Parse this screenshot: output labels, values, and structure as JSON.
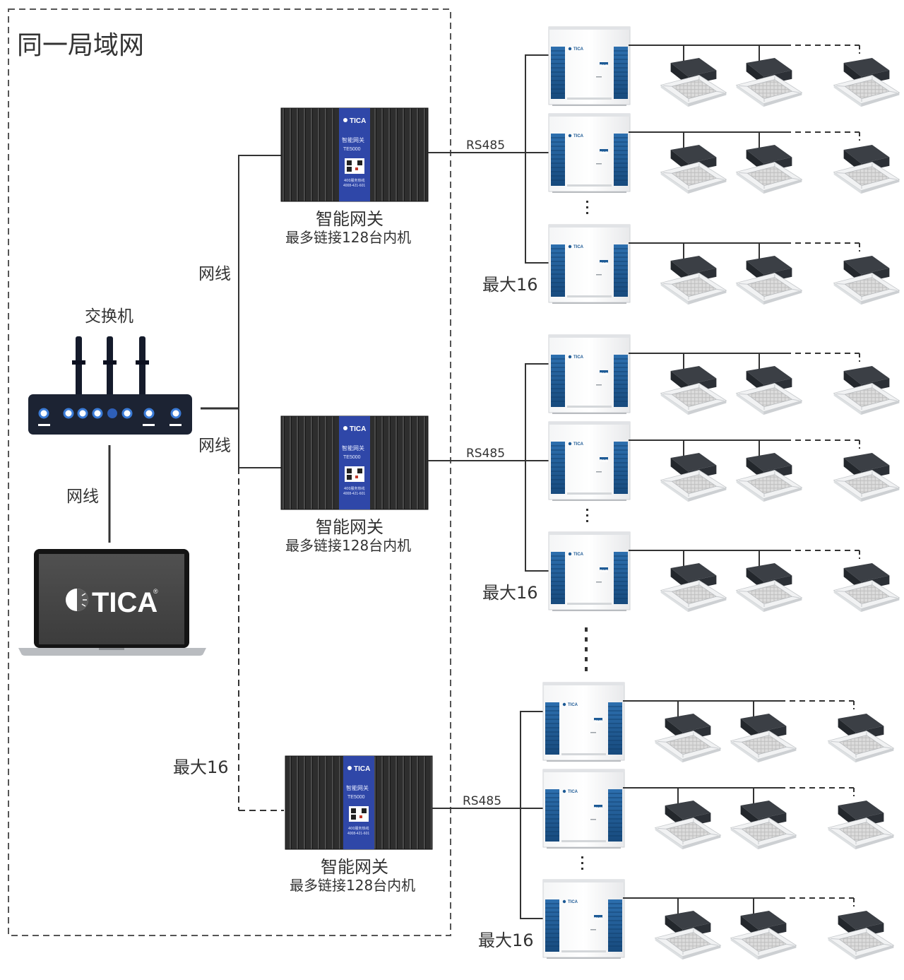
{
  "lan": {
    "title": "同一局域网"
  },
  "switch": {
    "label": "交换机"
  },
  "laptop": {
    "brand": "TICA",
    "registered": "®"
  },
  "cable": {
    "label": "网线"
  },
  "gateway": {
    "brand": "TICA",
    "product": "智能网关",
    "model": "TE5000",
    "hotline_label": "400服务热线",
    "hotline": "4008-421-601",
    "name": "智能网关",
    "capacity": "最多链接128台内机"
  },
  "bus": {
    "label": "RS485"
  },
  "outdoor_unit": {
    "brand": "TICA",
    "series": "TIMS"
  },
  "max_label": "最大16",
  "colors": {
    "line": "#333333",
    "badge": "#2f47a8",
    "unit_blue": "#1d5a95"
  }
}
